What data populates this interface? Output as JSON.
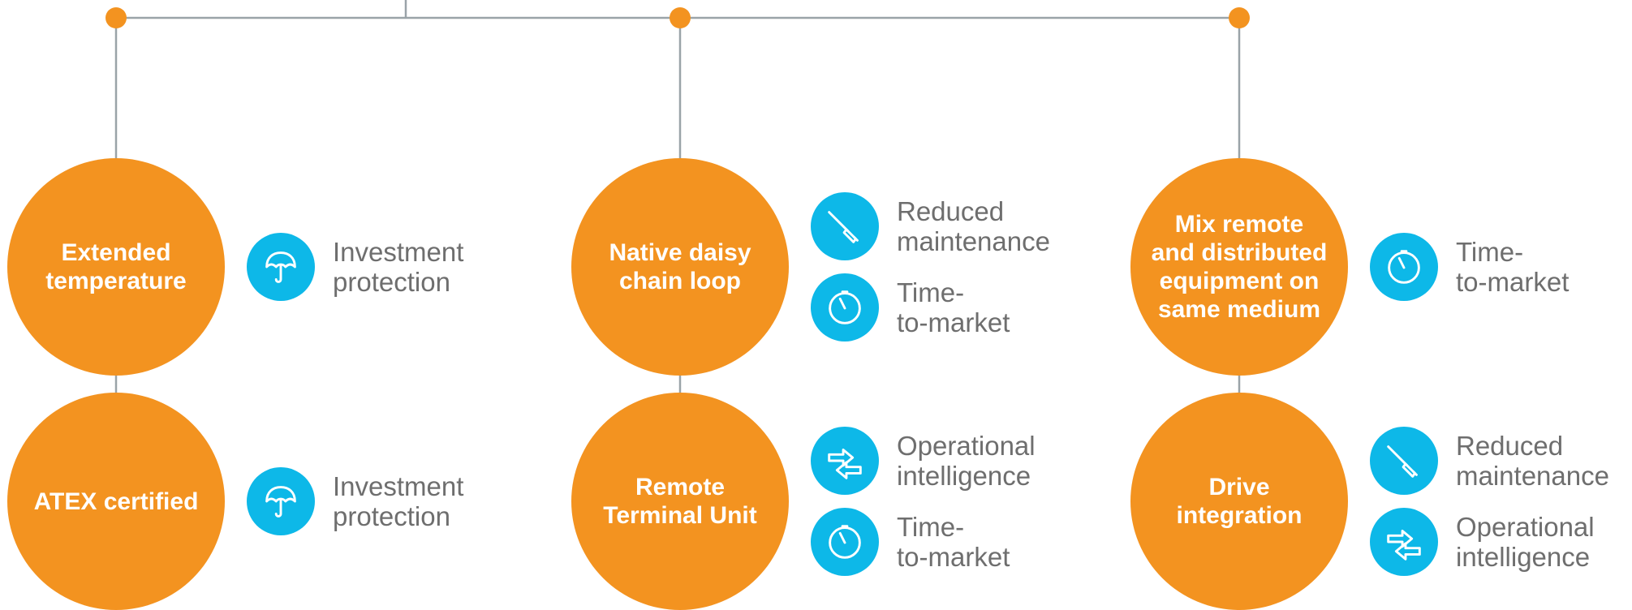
{
  "colors": {
    "node": "#f39320",
    "badge": "#0db8e8",
    "connector": "#9aa3a8",
    "text": "#6e6e6e"
  },
  "columns": [
    {
      "features": [
        {
          "label": "Extended\ntemperature",
          "benefits": [
            {
              "icon": "umbrella-icon",
              "text": "Investment\nprotection"
            }
          ]
        },
        {
          "label": "ATEX certified",
          "benefits": [
            {
              "icon": "umbrella-icon",
              "text": "Investment\nprotection"
            }
          ]
        }
      ]
    },
    {
      "features": [
        {
          "label": "Native daisy\nchain loop",
          "benefits": [
            {
              "icon": "screwdriver-icon",
              "text": "Reduced\nmaintenance"
            },
            {
              "icon": "stopwatch-icon",
              "text": "Time-\nto-market"
            }
          ]
        },
        {
          "label": "Remote\nTerminal Unit",
          "benefits": [
            {
              "icon": "arrows-exchange-icon",
              "text": "Operational\nintelligence"
            },
            {
              "icon": "stopwatch-icon",
              "text": "Time-\nto-market"
            }
          ]
        }
      ]
    },
    {
      "features": [
        {
          "label": "Mix remote\nand distributed\nequipment on\nsame medium",
          "benefits": [
            {
              "icon": "stopwatch-icon",
              "text": "Time-\nto-market"
            }
          ]
        },
        {
          "label": "Drive\nintegration",
          "benefits": [
            {
              "icon": "screwdriver-icon",
              "text": "Reduced\nmaintenance"
            },
            {
              "icon": "arrows-exchange-icon",
              "text": "Operational\nintelligence"
            }
          ]
        }
      ]
    }
  ]
}
